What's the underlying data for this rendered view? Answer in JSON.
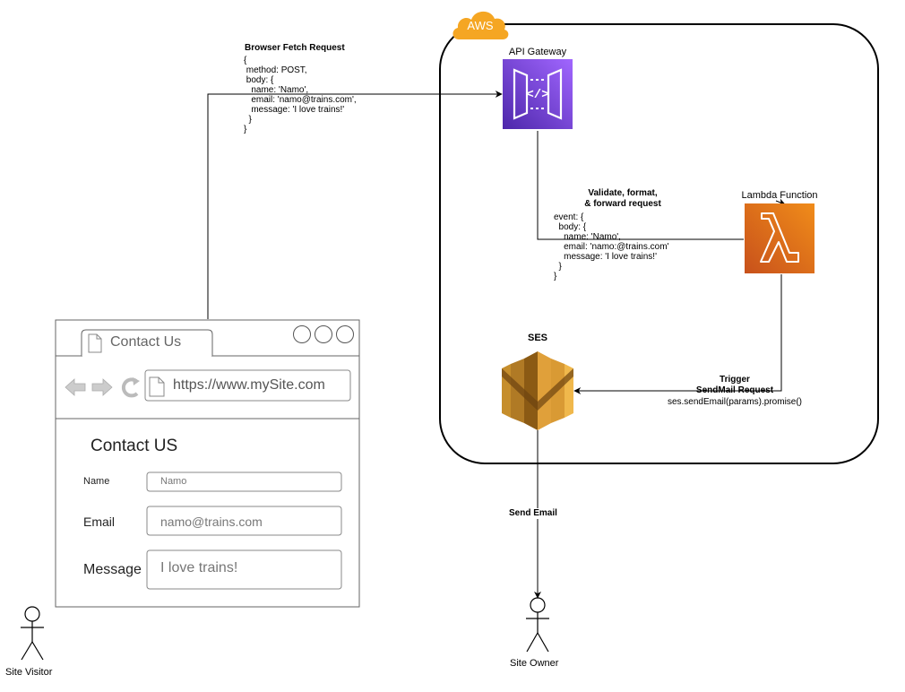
{
  "aws_badge": "AWS",
  "api_gateway": {
    "label": "API Gateway"
  },
  "lambda": {
    "label": "Lambda Function"
  },
  "ses": {
    "label": "SES"
  },
  "fetch_request": {
    "title": "Browser Fetch Request",
    "code": "{\n method: POST,\n body: {\n   name: 'Namo',\n   email: 'namo@trains.com',\n   message: 'I love trains!'\n  }\n}"
  },
  "validate": {
    "title": "Validate, format,\n& forward request",
    "code": "event: {\n  body: {\n    name: 'Namo',\n    email: 'namo:@trains.com'\n    message: 'I love trains!'\n  }\n}"
  },
  "trigger": {
    "title": "Trigger\nSendMail Request",
    "code": "ses.sendEmail(params).promise()"
  },
  "send_email": "Send Email",
  "site_visitor": "Site Visitor",
  "site_owner": "Site Owner",
  "browser": {
    "tab_title": "Contact Us",
    "url": "https://www.mySite.com",
    "heading": "Contact US",
    "fields": {
      "name": {
        "label": "Name",
        "value": "Namo"
      },
      "email": {
        "label": "Email",
        "value": "namo@trains.com"
      },
      "message": {
        "label": "Message",
        "value": "I love trains!"
      }
    }
  },
  "colors": {
    "api_gateway": "#8C4FFF",
    "lambda": "#E07B00",
    "ses": "#D39A2A",
    "aws_cloud": "#F5A623"
  }
}
